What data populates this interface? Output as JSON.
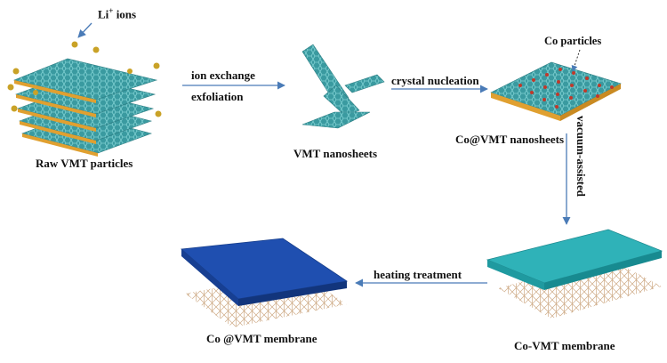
{
  "labels": {
    "li_ions": "Li",
    "li_sup": "+",
    "li_rest": " ions",
    "raw_vmt": "Raw VMT particles",
    "ion_exchange": "ion exchange",
    "exfoliation": "exfoliation",
    "vmt_nanosheets": "VMT nanosheets",
    "crystal_nucleation": "crystal nucleation",
    "co_particles": "Co particles",
    "co_vmt_nanosheets": "Co@VMT nanosheets",
    "vacuum_assisted": "vacuum-assisted",
    "co_vmt_membrane": "Co-VMT membrane",
    "heating_treatment": "heating treatment",
    "co_at_vmt_membrane": "Co @VMT membrane"
  },
  "colors": {
    "arrow": "#4a7bb7",
    "ion_gold": "#c9a227",
    "sheet_teal": "#3fa6a8",
    "layer_orange": "#e0a030",
    "membrane_teal": "#2fb2b8",
    "membrane_blue": "#1f4fb0",
    "fiber_tan": "#c9a27a",
    "co_particle": "#c0392b"
  }
}
